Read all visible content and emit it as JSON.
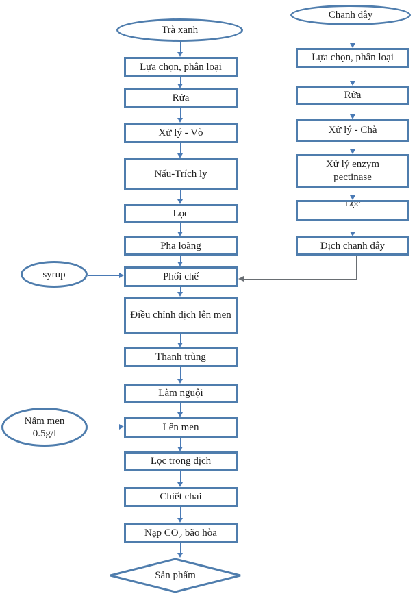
{
  "colors": {
    "shape_border": "#4f7dad",
    "arrow": "#4a7ab5",
    "connector": "#696e73",
    "text": "#1f1f1f",
    "bg": "#ffffff"
  },
  "left_branch": {
    "source": "Trà xanh",
    "steps": {
      "lua_chon": "Lựa chọn, phân loại",
      "rua": "Rửa",
      "xu_ly_vo": "Xử lý - Vò",
      "nau_trich_ly": "Nấu-Trích ly",
      "loc": "Lọc",
      "pha_loang": "Pha loãng",
      "phoi_che": "Phối chế",
      "dieu_chinh_dich_len_men": "Điều chỉnh dịch lên men",
      "thanh_trung": "Thanh trùng",
      "lam_nguoi": "Làm nguội",
      "len_men": "Lên men",
      "loc_trong_dich": "Lọc trong dịch",
      "chiet_chai": "Chiết chai",
      "nap_co2": {
        "prefix": "Nạp CO",
        "sub": "2",
        "suffix": " bão hòa"
      }
    },
    "result": "Sản phẩm"
  },
  "right_branch": {
    "source": "Chanh dây",
    "steps": {
      "lua_chon": "Lựa chọn, phân loại",
      "rua": "Rửa",
      "xu_ly_cha": "Xử lý - Chà",
      "xu_ly_enzym_pectinase": "Xử lý enzym pectinase",
      "loc": "Lọc",
      "dich_chanh_day": "Dịch chanh dây"
    }
  },
  "inputs": {
    "syrup": "syrup",
    "nam_men": {
      "line1": "Nấm men",
      "line2": "0.5g/l"
    }
  }
}
